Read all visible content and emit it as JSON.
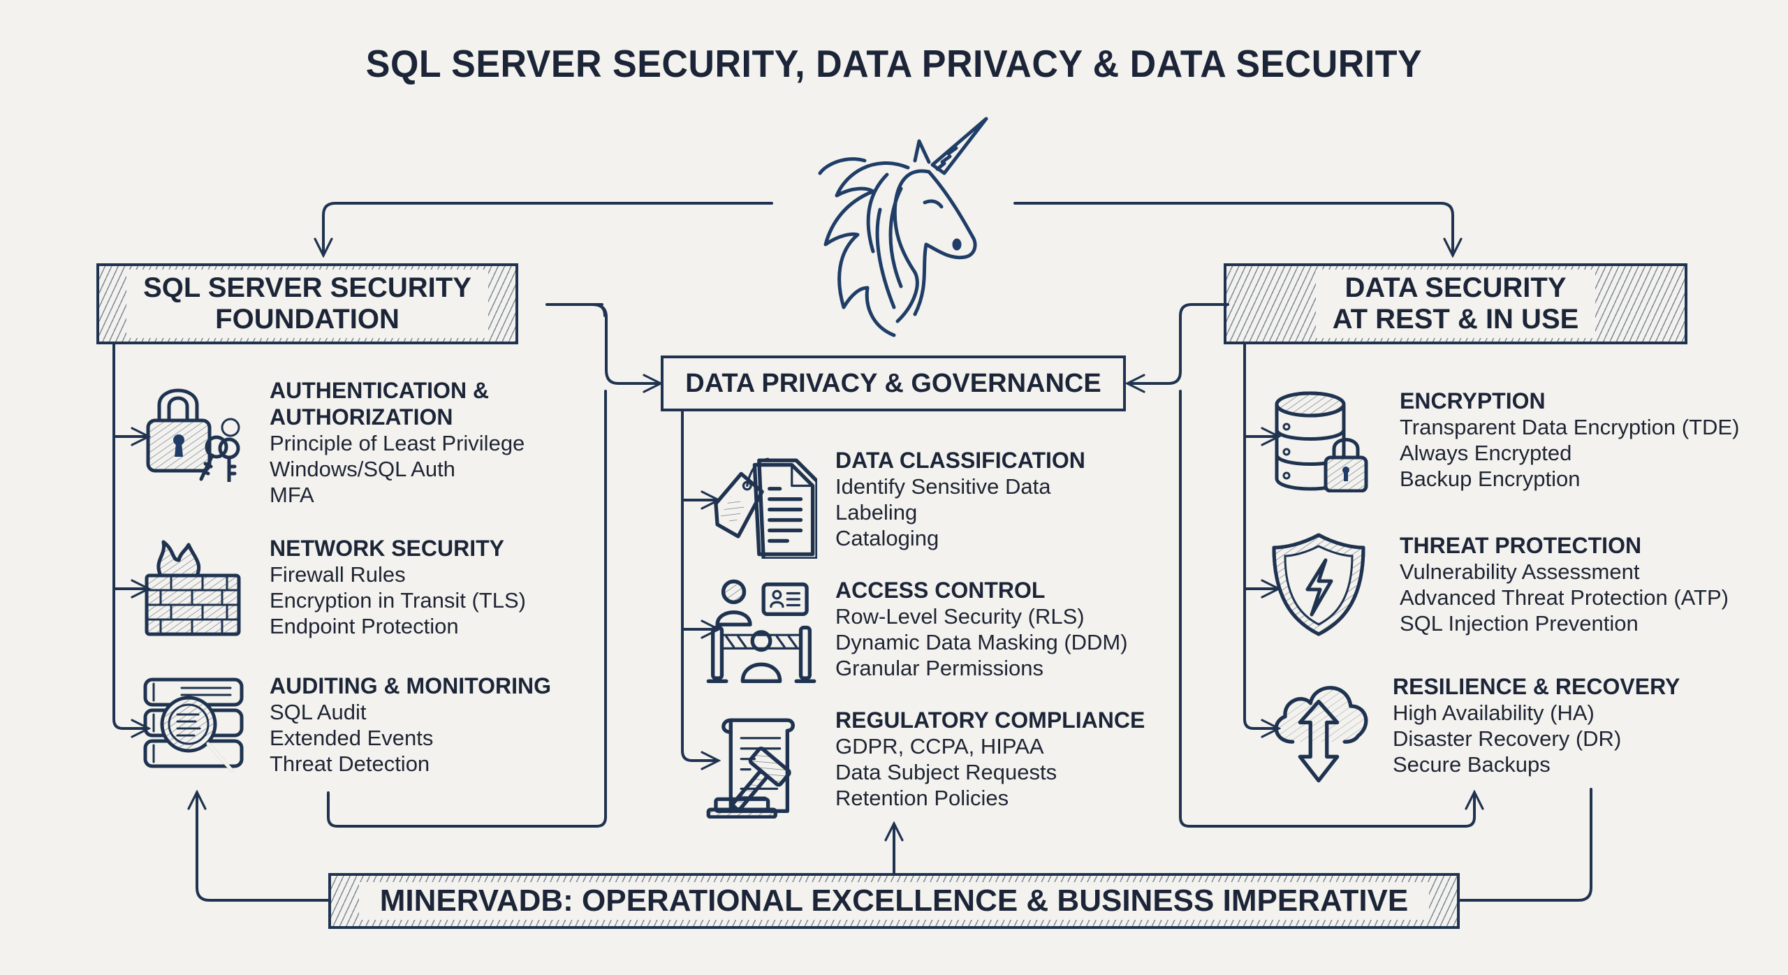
{
  "title": "SQL SERVER SECURITY, DATA PRIVACY & DATA SECURITY",
  "logo": {
    "icon": "unicorn-head-icon"
  },
  "colors": {
    "ink": "#1f3350",
    "text": "#1c2538",
    "background": "#f3f2ee"
  },
  "left": {
    "header_line1": "SQL SERVER SECURITY",
    "header_line2": "FOUNDATION",
    "items": [
      {
        "icon": "padlock-keys-icon",
        "title_line1": "AUTHENTICATION &",
        "title_line2": "AUTHORIZATION",
        "lines": [
          "Principle of Least Privilege",
          "Windows/SQL Auth",
          "MFA"
        ]
      },
      {
        "icon": "firewall-icon",
        "title": "NETWORK SECURITY",
        "lines": [
          "Firewall Rules",
          "Encryption in Transit (TLS)",
          "Endpoint Protection"
        ]
      },
      {
        "icon": "audit-magnifier-icon",
        "title": "AUDITING & MONITORING",
        "lines": [
          "SQL Audit",
          "Extended Events",
          "Threat Detection"
        ]
      }
    ]
  },
  "center": {
    "header": "DATA PRIVACY & GOVERNANCE",
    "items": [
      {
        "icon": "tagged-document-icon",
        "title": "DATA CLASSIFICATION",
        "lines": [
          "Identify Sensitive Data",
          "Labeling",
          "Cataloging"
        ]
      },
      {
        "icon": "access-gate-icon",
        "title": "ACCESS CONTROL",
        "lines": [
          "Row-Level Security (RLS)",
          "Dynamic Data Masking (DDM)",
          "Granular Permissions"
        ]
      },
      {
        "icon": "gavel-scroll-icon",
        "title": "REGULATORY COMPLIANCE",
        "lines": [
          "GDPR, CCPA, HIPAA",
          "Data Subject Requests",
          "Retention Policies"
        ]
      }
    ]
  },
  "right": {
    "header_line1": "DATA SECURITY",
    "header_line2": "AT REST & IN USE",
    "items": [
      {
        "icon": "database-lock-icon",
        "title": "ENCRYPTION",
        "lines": [
          "Transparent Data Encryption (TDE)",
          "Always Encrypted",
          "Backup Encryption"
        ]
      },
      {
        "icon": "shield-bolt-icon",
        "title": "THREAT PROTECTION",
        "lines": [
          "Vulnerability Assessment",
          "Advanced Threat Protection (ATP)",
          "SQL Injection Prevention"
        ]
      },
      {
        "icon": "cloud-sync-icon",
        "title": "RESILIENCE & RECOVERY",
        "lines": [
          "High Availability (HA)",
          "Disaster Recovery (DR)",
          "Secure Backups"
        ]
      }
    ]
  },
  "footer": {
    "banner": "MINERVADB: OPERATIONAL EXCELLENCE & BUSINESS IMPERATIVE"
  }
}
